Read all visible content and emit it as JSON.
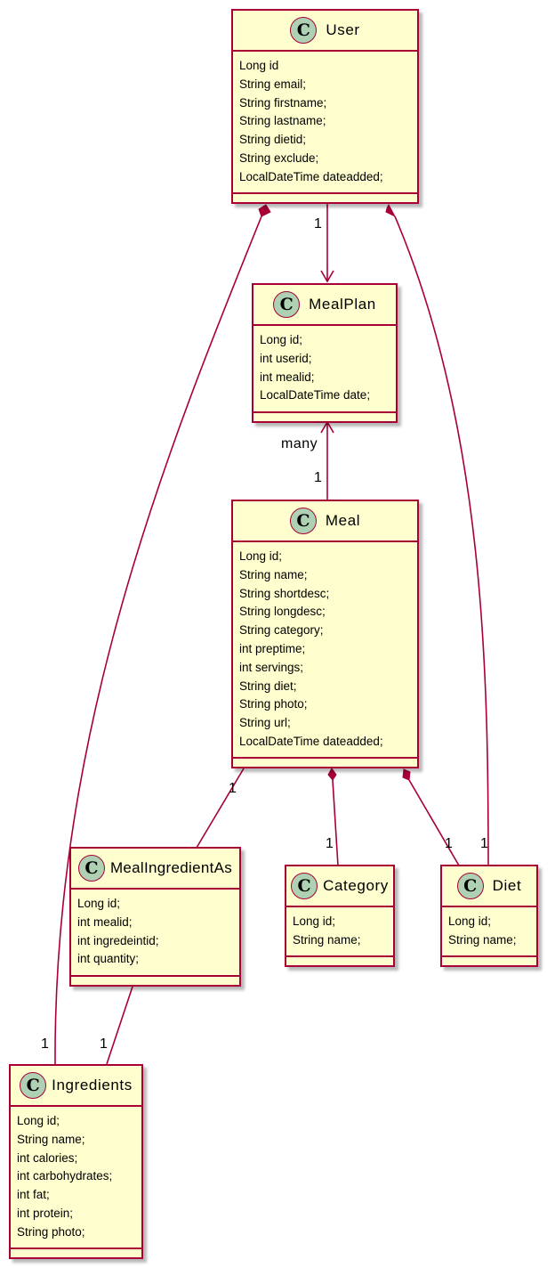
{
  "classes": {
    "user": {
      "icon": "class-stereotype-icon",
      "badge": "C",
      "name": "User",
      "attributes": [
        "Long id",
        "String email;",
        "String firstname;",
        "String lastname;",
        "String dietid;",
        "String exclude;",
        "LocalDateTime dateadded;"
      ]
    },
    "mealplan": {
      "icon": "class-stereotype-icon",
      "badge": "C",
      "name": "MealPlan",
      "attributes": [
        "Long id;",
        "int userid;",
        "int mealid;",
        "LocalDateTime date;"
      ]
    },
    "meal": {
      "icon": "class-stereotype-icon",
      "badge": "C",
      "name": "Meal",
      "attributes": [
        "Long id;",
        "String name;",
        "String shortdesc;",
        "String longdesc;",
        "String category;",
        "int preptime;",
        "int servings;",
        "String diet;",
        "String photo;",
        "String url;",
        "LocalDateTime dateadded;"
      ]
    },
    "mealingredientas": {
      "icon": "class-stereotype-icon",
      "badge": "C",
      "name": "MealIngredientAs",
      "attributes": [
        "Long id;",
        "int mealid;",
        "int ingredeintid;",
        "int quantity;"
      ]
    },
    "category": {
      "icon": "class-stereotype-icon",
      "badge": "C",
      "name": "Category",
      "attributes": [
        "Long id;",
        "String name;"
      ]
    },
    "diet": {
      "icon": "class-stereotype-icon",
      "badge": "C",
      "name": "Diet",
      "attributes": [
        "Long id;",
        "String name;"
      ]
    },
    "ingredients": {
      "icon": "class-stereotype-icon",
      "badge": "C",
      "name": "Ingredients",
      "attributes": [
        "Long id;",
        "String name;",
        "int calories;",
        "int carbohydrates;",
        "int fat;",
        "int protein;",
        "String photo;"
      ]
    }
  },
  "multiplicities": {
    "user_mealplan_user_end": "1",
    "meal_mealplan_mealplan_end": "many",
    "meal_mealplan_meal_end": "1",
    "meal_mealingredientas_meal_end": "1",
    "meal_category_category_end": "1",
    "meal_diet_diet_end": "1",
    "user_diet_diet_end": "1",
    "user_ingredients_ingredients_end": "1",
    "mealingredientas_ingredients_ingredients_end": "1"
  },
  "colors": {
    "class_fill": "#fefece",
    "class_border": "#a80036",
    "badge_fill": "#add1b2",
    "line": "#a80036"
  }
}
